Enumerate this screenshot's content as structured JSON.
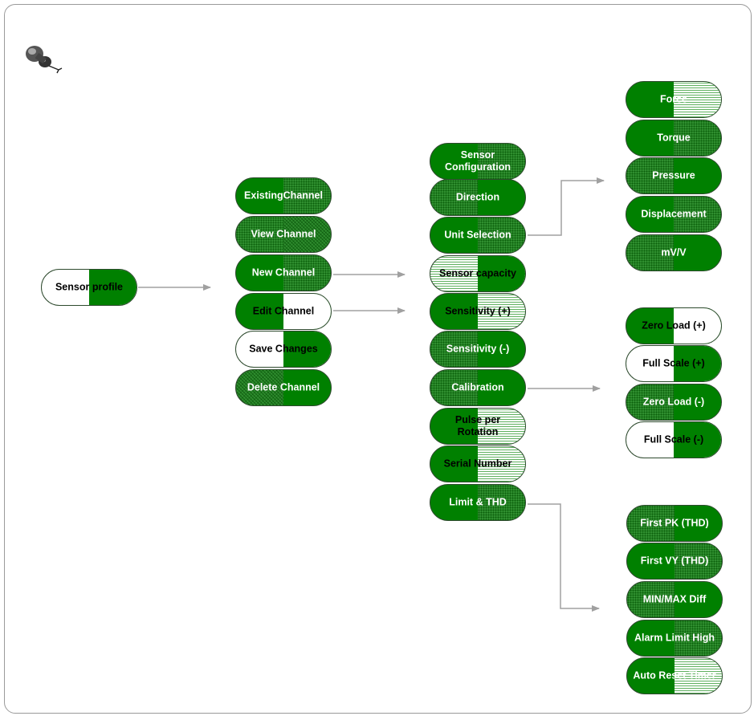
{
  "colors": {
    "green": "#008000",
    "connector": "#a0a0a0",
    "border": "#2e4a2e"
  },
  "icon": "pushpin-icon",
  "root": {
    "label": "Sensor profile"
  },
  "channel_menu": [
    {
      "label": "ExistingChannel"
    },
    {
      "label": "View Channel"
    },
    {
      "label": "New Channel"
    },
    {
      "label": "Edit Channel"
    },
    {
      "label": "Save Changes"
    },
    {
      "label": "Delete Channel"
    }
  ],
  "settings_menu": [
    {
      "label": "Sensor\nConfiguration"
    },
    {
      "label": "Direction"
    },
    {
      "label": "Unit Selection"
    },
    {
      "label": "Sensor capacity"
    },
    {
      "label": "Sensitivity (+)"
    },
    {
      "label": "Sensitivity (-)"
    },
    {
      "label": "Calibration"
    },
    {
      "label": "Pulse per\nRotation"
    },
    {
      "label": "Serial Number"
    },
    {
      "label": "Limit & THD"
    }
  ],
  "units_menu": [
    {
      "label": "Force"
    },
    {
      "label": "Torque"
    },
    {
      "label": "Pressure"
    },
    {
      "label": "Displacement"
    },
    {
      "label": "mV/V"
    }
  ],
  "calibration_menu": [
    {
      "label": "Zero Load (+)"
    },
    {
      "label": "Full Scale (+)"
    },
    {
      "label": "Zero Load (-)"
    },
    {
      "label": "Full Scale (-)"
    }
  ],
  "limit_menu": [
    {
      "label": "First PK (THD)"
    },
    {
      "label": "First VY (THD)"
    },
    {
      "label": "MIN/MAX Diff"
    },
    {
      "label": "Alarm Limit High"
    },
    {
      "label": "Auto Reset Timer"
    }
  ]
}
